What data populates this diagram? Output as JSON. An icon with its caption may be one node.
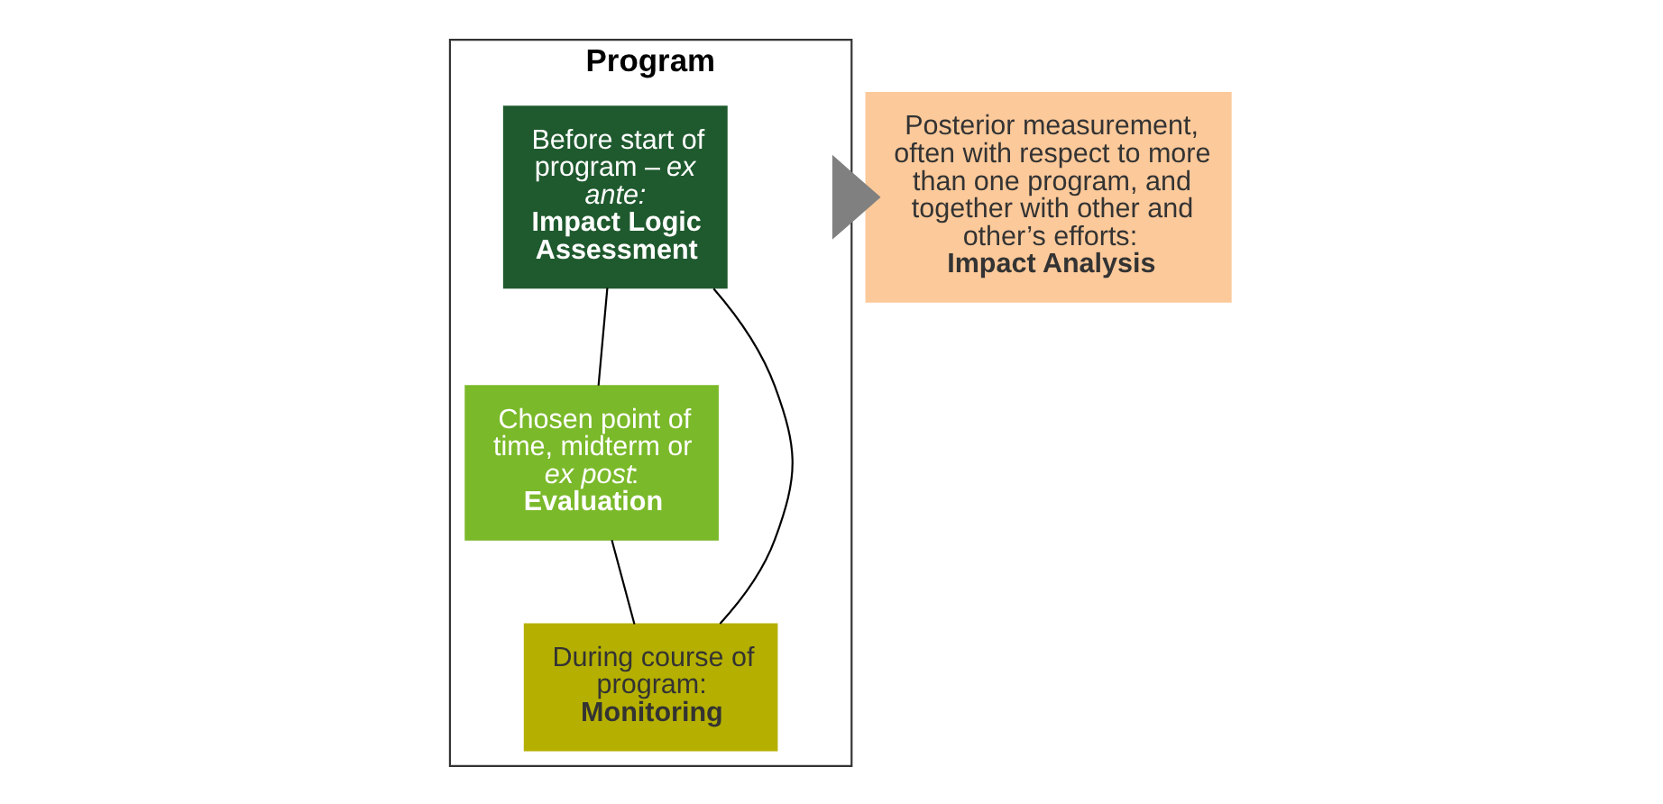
{
  "diagram": {
    "nodes": [
      {
        "text": [
          "Program"
        ]
      },
      {
        "text": [
          "Before start of program – *ex ante:*",
          "Impact Logic Assessment"
        ],
        "in": 0
      },
      {
        "text": [
          "Chosen point of time, midterm or *ex post*:",
          "Evaluation"
        ],
        "in": 0
      },
      {
        "text": [
          "During course of program:",
          "Monitoring"
        ],
        "in": 0
      },
      {
        "text": [
          "Posterior measurement, often with respect to more than one program, and together with other and other’s efforts:",
          "Impact Analysis"
        ]
      }
    ],
    "edges": [
      {
        "from": 1,
        "to": 2,
        "arrow": "none"
      },
      {
        "from": 2,
        "to": 3,
        "arrow": "none"
      },
      {
        "from": 3,
        "to": 1,
        "arrow": "none"
      },
      {
        "from": 0,
        "to": 4,
        "arrow": "to",
        "style": "thick",
        "color": "#808080"
      }
    ]
  }
}
